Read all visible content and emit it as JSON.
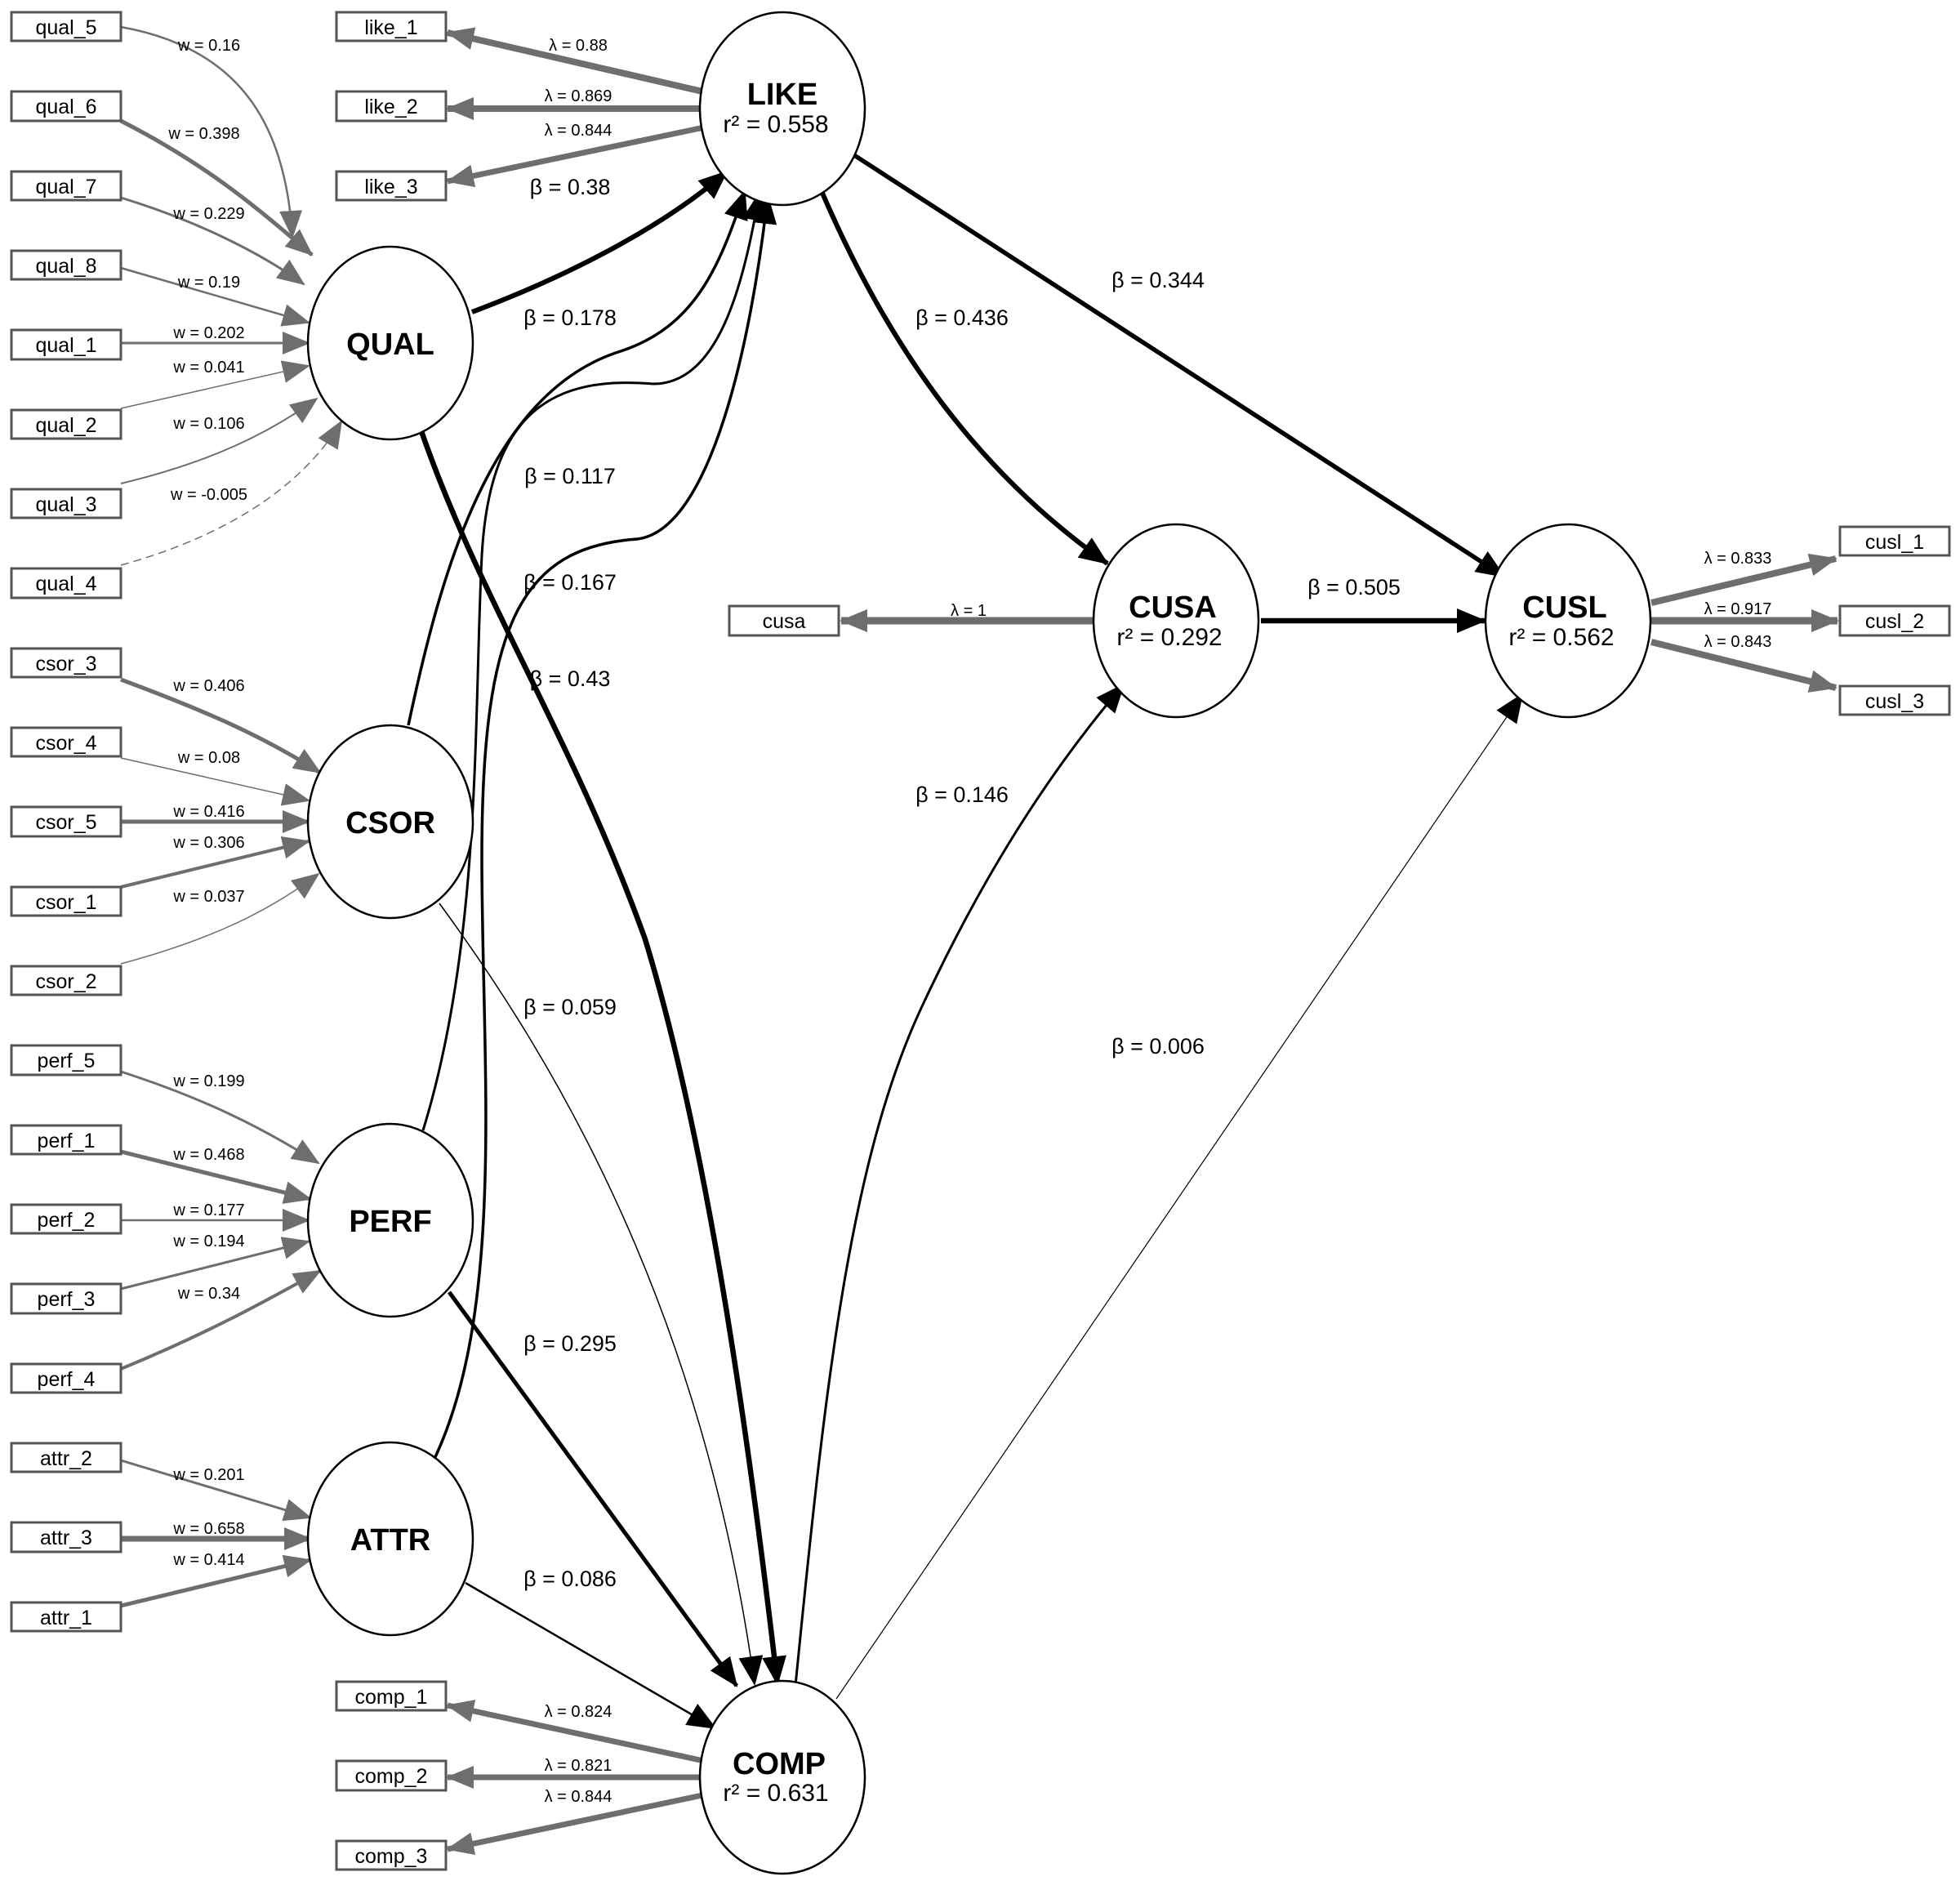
{
  "colors": {
    "measurement": "#6e6e6e",
    "structural": "#000000"
  },
  "indicators": {
    "qual_5": "qual_5",
    "qual_6": "qual_6",
    "qual_7": "qual_7",
    "qual_8": "qual_8",
    "qual_1": "qual_1",
    "qual_2": "qual_2",
    "qual_3": "qual_3",
    "qual_4": "qual_4",
    "csor_3": "csor_3",
    "csor_4": "csor_4",
    "csor_5": "csor_5",
    "csor_1": "csor_1",
    "csor_2": "csor_2",
    "perf_5": "perf_5",
    "perf_1": "perf_1",
    "perf_2": "perf_2",
    "perf_3": "perf_3",
    "perf_4": "perf_4",
    "attr_2": "attr_2",
    "attr_3": "attr_3",
    "attr_1": "attr_1",
    "like_1": "like_1",
    "like_2": "like_2",
    "like_3": "like_3",
    "comp_1": "comp_1",
    "comp_2": "comp_2",
    "comp_3": "comp_3",
    "cusa": "cusa",
    "cusl_1": "cusl_1",
    "cusl_2": "cusl_2",
    "cusl_3": "cusl_3"
  },
  "constructs": {
    "QUAL": {
      "name": "QUAL",
      "r2": ""
    },
    "CSOR": {
      "name": "CSOR",
      "r2": ""
    },
    "PERF": {
      "name": "PERF",
      "r2": ""
    },
    "ATTR": {
      "name": "ATTR",
      "r2": ""
    },
    "LIKE": {
      "name": "LIKE",
      "r2": "r² = 0.558"
    },
    "COMP": {
      "name": "COMP",
      "r2": "r² = 0.631"
    },
    "CUSA": {
      "name": "CUSA",
      "r2": "r² = 0.292"
    },
    "CUSL": {
      "name": "CUSL",
      "r2": "r² = 0.562"
    }
  },
  "weights": {
    "qual_5": "w = 0.16",
    "qual_6": "w = 0.398",
    "qual_7": "w = 0.229",
    "qual_8": "w = 0.19",
    "qual_1": "w = 0.202",
    "qual_2": "w = 0.041",
    "qual_3": "w = 0.106",
    "qual_4": "w = -0.005",
    "csor_3": "w = 0.406",
    "csor_4": "w = 0.08",
    "csor_5": "w = 0.416",
    "csor_1": "w = 0.306",
    "csor_2": "w = 0.037",
    "perf_5": "w = 0.199",
    "perf_1": "w = 0.468",
    "perf_2": "w = 0.177",
    "perf_3": "w = 0.194",
    "perf_4": "w = 0.34",
    "attr_2": "w = 0.201",
    "attr_3": "w = 0.658",
    "attr_1": "w = 0.414"
  },
  "loadings": {
    "like_1": "λ = 0.88",
    "like_2": "λ = 0.869",
    "like_3": "λ = 0.844",
    "comp_1": "λ = 0.824",
    "comp_2": "λ = 0.821",
    "comp_3": "λ = 0.844",
    "cusa": "λ = 1",
    "cusl_1": "λ = 0.833",
    "cusl_2": "λ = 0.917",
    "cusl_3": "λ = 0.843"
  },
  "paths": {
    "qual_like": "β = 0.38",
    "csor_like": "β = 0.178",
    "perf_like": "β = 0.117",
    "attr_like": "β = 0.167",
    "qual_comp": "β = 0.43",
    "csor_comp": "β = 0.059",
    "perf_comp": "β = 0.295",
    "attr_comp": "β = 0.086",
    "like_cusa": "β = 0.436",
    "like_cusl": "β = 0.344",
    "cusa_cusl": "β = 0.505",
    "comp_cusa": "β = 0.146",
    "comp_cusl": "β = 0.006"
  }
}
